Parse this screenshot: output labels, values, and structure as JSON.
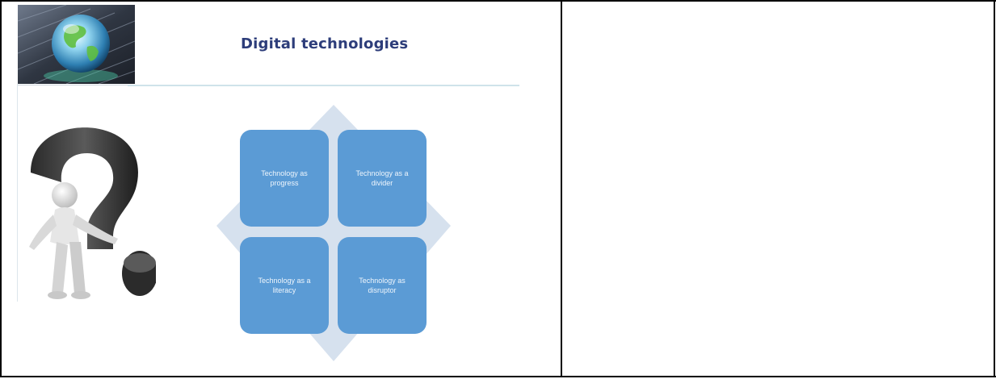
{
  "slide": {
    "title": "Digital technologies",
    "header_image": "globe-on-keyboard",
    "figure_image": "person-with-question-mark",
    "diagram": {
      "tiles": [
        {
          "label": "Technology as progress"
        },
        {
          "label": "Technology as a divider"
        },
        {
          "label": "Technology as a literacy"
        },
        {
          "label": "Technology as disruptor"
        }
      ],
      "colors": {
        "tile": "#5b9bd5",
        "diamond": "#d6e1ee",
        "tile_text": "#eef5fc"
      }
    }
  },
  "colors": {
    "title": "#2d3d7a",
    "border": "#000000"
  }
}
